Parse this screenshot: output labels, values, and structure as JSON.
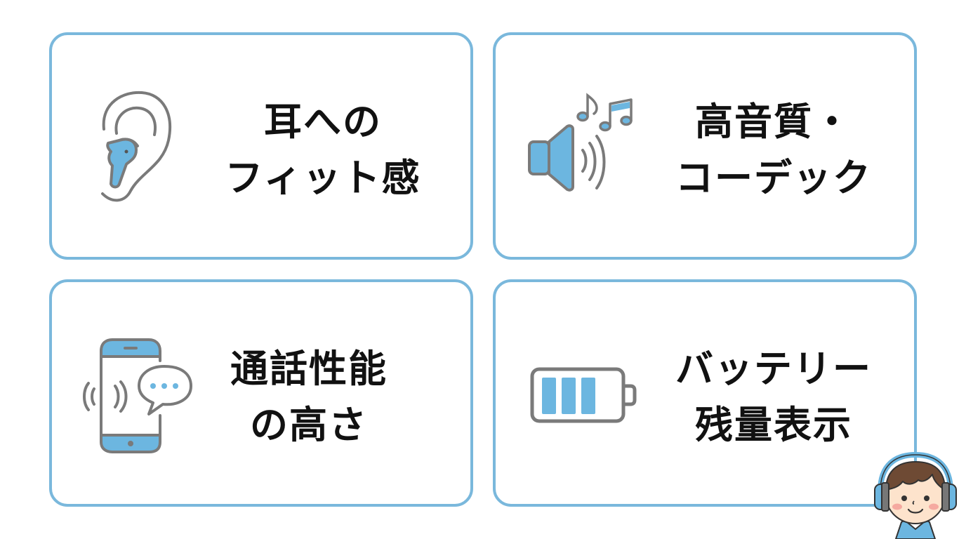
{
  "colors": {
    "card_border": "#7ab8dc",
    "icon_stroke": "#7a7a7a",
    "icon_fill": "#6cb6e0",
    "text": "#111111"
  },
  "cards": [
    {
      "id": "fit",
      "icon": "ear-with-earbud-icon",
      "lines": [
        "耳への",
        "フィット感"
      ]
    },
    {
      "id": "sound",
      "icon": "speaker-music-notes-icon",
      "lines": [
        "高音質・",
        "コーデック"
      ]
    },
    {
      "id": "call",
      "icon": "smartphone-speech-bubble-icon",
      "lines": [
        "通話性能",
        "の高さ"
      ]
    },
    {
      "id": "battery",
      "icon": "battery-level-icon",
      "lines": [
        "バッテリー",
        "残量表示"
      ]
    }
  ],
  "mascot": {
    "icon": "boy-with-headphones-icon"
  }
}
